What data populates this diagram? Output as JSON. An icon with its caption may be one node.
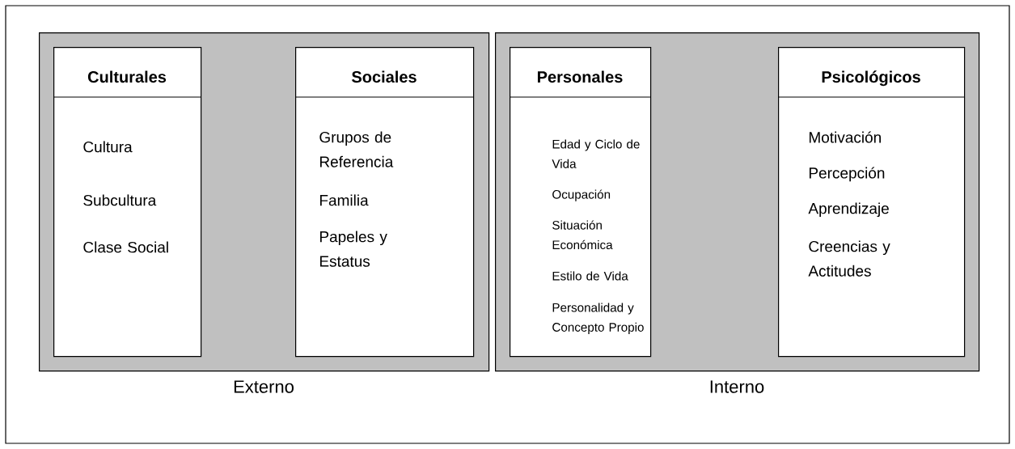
{
  "diagram": {
    "nodes": [
      {
        "text": [
          "Externo"
        ]
      },
      {
        "text": [
          "Culturales",
          "Cultura",
          "Subcultura",
          "Clase Social"
        ],
        "in": 0
      },
      {
        "text": [
          "Sociales",
          "Grupos de Referencia",
          "Familia",
          "Papeles y Estatus"
        ],
        "in": 0
      },
      {
        "text": [
          "Interno"
        ]
      },
      {
        "text": [
          "Personales",
          "Edad y Ciclo de Vida",
          "Ocupación",
          "Situación Económica",
          "Estilo de Vida",
          "Personalidad y Concepto Propio"
        ],
        "in": 3
      },
      {
        "text": [
          "Psicológicos",
          "Motivación",
          "Percepción",
          "Aprendizaje",
          "Creencias y Actitudes"
        ],
        "in": 3
      }
    ]
  }
}
